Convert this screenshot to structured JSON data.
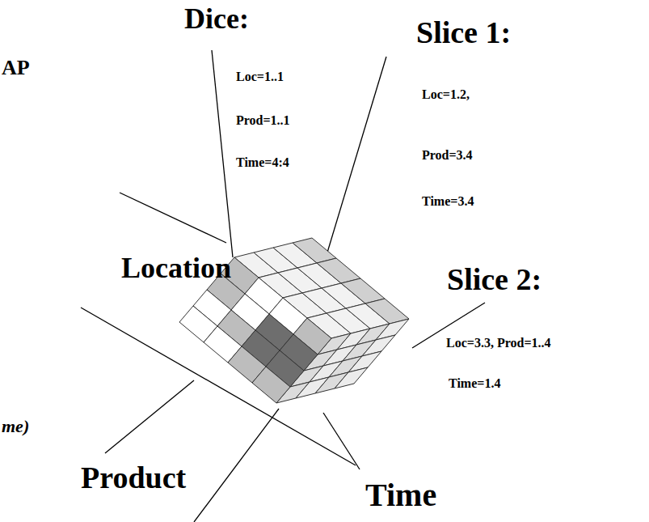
{
  "diagram": {
    "labels": [
      "AP",
      "Dice:",
      "Loc=1..1",
      "Prod=1..1",
      "Time=4:4",
      "Slice 1:",
      "Loc=1.2,",
      "Prod=3.4",
      "Time=3.4",
      "Location",
      "Slice 2:",
      "Loc=3.3, Prod=1..4",
      "Time=1.4",
      "me)",
      "Product",
      "Time"
    ]
  }
}
